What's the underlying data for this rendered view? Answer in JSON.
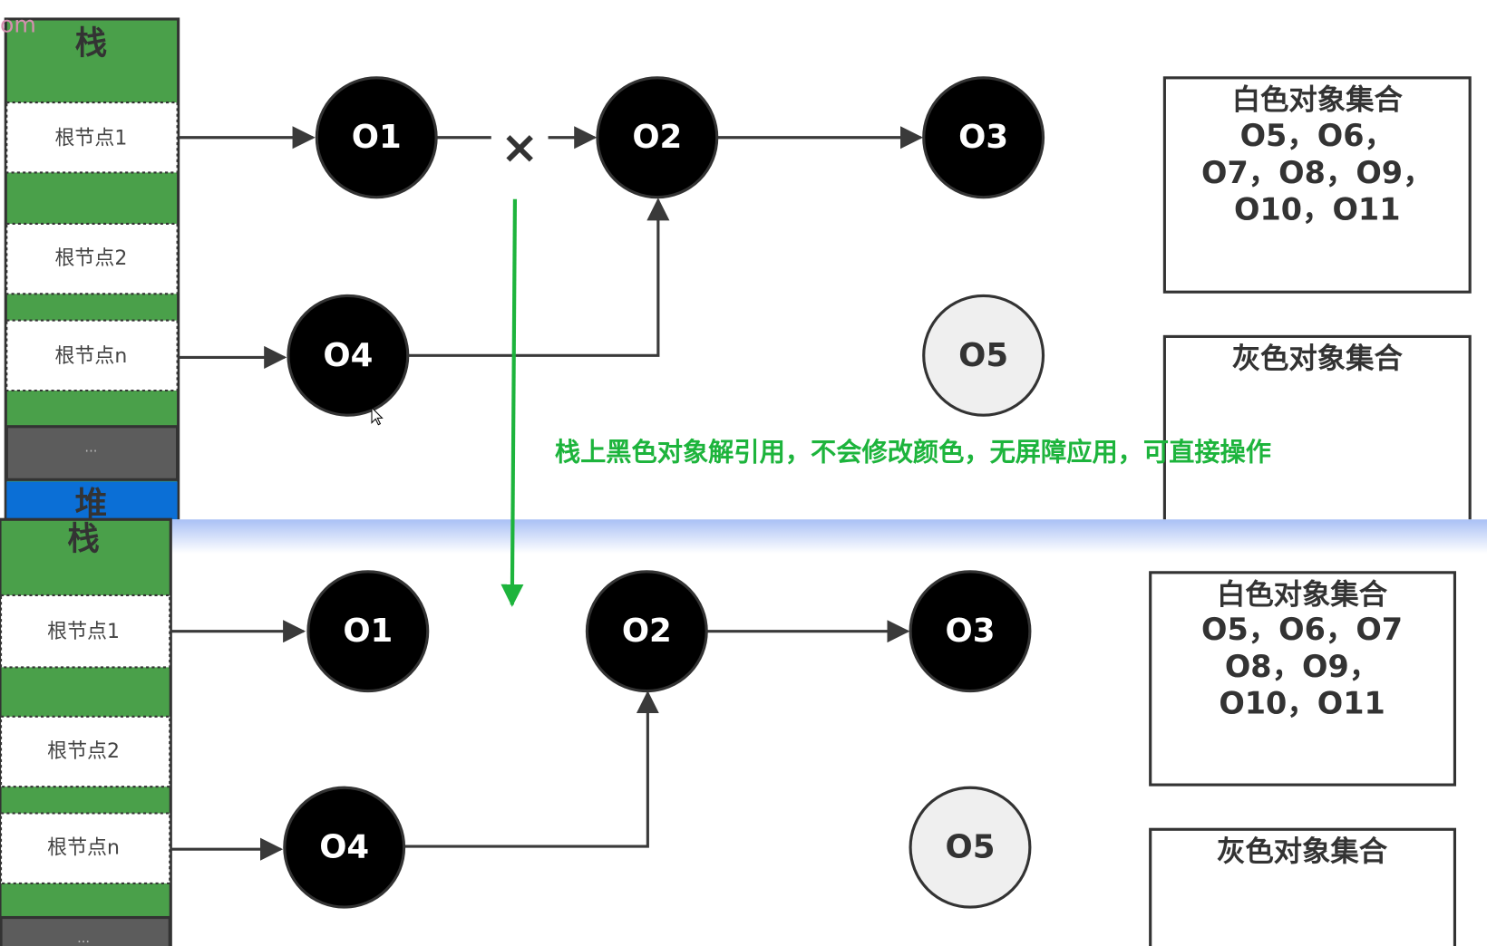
{
  "watermark": "om",
  "colors": {
    "stack_green": "#4aa04a",
    "heap_blue": "#0b6fd6",
    "gray_block": "#5c5c5c",
    "note_green": "#1db43c",
    "black_node": "#000000",
    "white_node": "#efefef"
  },
  "top": {
    "stack_title": "栈",
    "heap_title": "堆",
    "roots": [
      "根节点1",
      "根节点2",
      "根节点n"
    ],
    "ellipsis": "...",
    "nodes": {
      "o1": "O1",
      "o2": "O2",
      "o3": "O3",
      "o4": "O4",
      "o5": "O5"
    },
    "cut_mark": "×",
    "white_set": {
      "title": "白色对象集合",
      "lines": [
        "O5，O6，",
        "O7，O8，O9，",
        "O10，O11"
      ]
    },
    "gray_set": {
      "title": "灰色对象集合"
    }
  },
  "note": "栈上黑色对象解引用，不会修改颜色，无屏障应用，可直接操作",
  "bottom": {
    "stack_title": "栈",
    "roots": [
      "根节点1",
      "根节点2",
      "根节点n"
    ],
    "ellipsis": "...",
    "nodes": {
      "o1": "O1",
      "o2": "O2",
      "o3": "O3",
      "o4": "O4",
      "o5": "O5"
    },
    "white_set": {
      "title": "白色对象集合",
      "lines": [
        "O5，O6，O7",
        "O8，O9，",
        "O10，O11"
      ]
    },
    "gray_set": {
      "title": "灰色对象集合"
    }
  }
}
